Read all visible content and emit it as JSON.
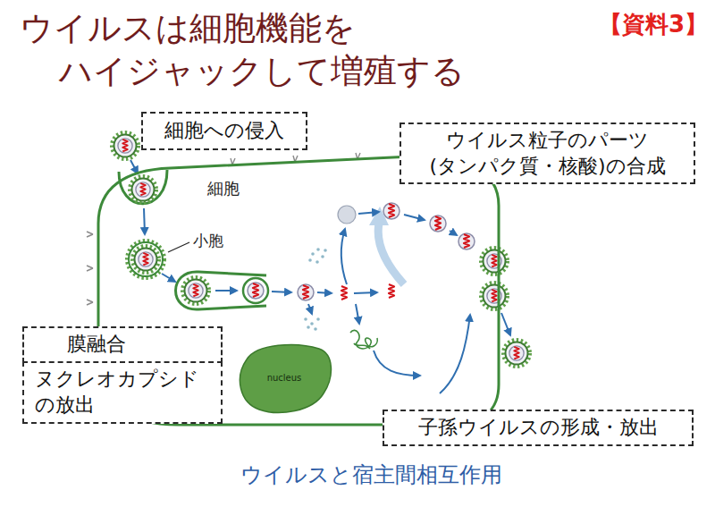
{
  "diagram": {
    "title": "ウイルスは細胞機能を ハイジャックして増殖する",
    "caption": "ウイルスと宿主間相互作用",
    "nodes": [
      {
        "text": [
          "細胞への侵入"
        ]
      },
      {
        "text": [
          "ウイルス粒子のパーツ (タンパク質・核酸)の合成"
        ]
      },
      {
        "text": [
          "細胞"
        ]
      },
      {
        "text": [
          "膜融合"
        ]
      },
      {
        "text": [
          "ヌクレオカプシド の放出"
        ]
      },
      {
        "text": [
          "nucleus"
        ],
        "in": 2
      },
      {
        "text": [
          "子孫ウイルスの形成・放出"
        ]
      }
    ],
    "labels": [
      "【資料3】",
      "小胞"
    ]
  }
}
